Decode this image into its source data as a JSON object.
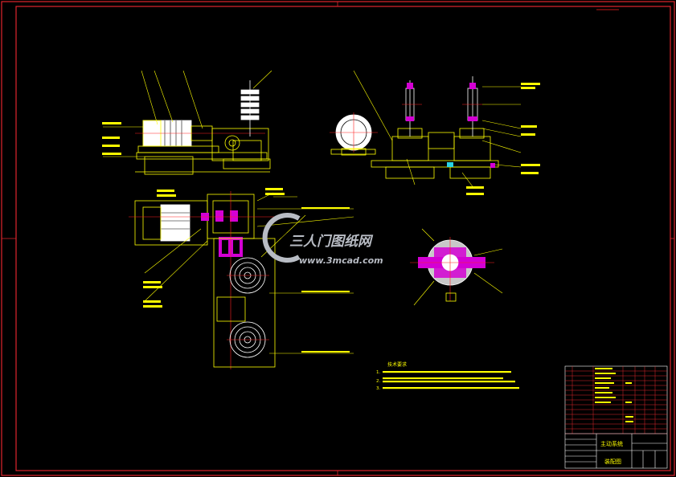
{
  "watermark": {
    "brand": "三人门图纸网",
    "url": "www.3mcad.com"
  },
  "colors": {
    "background": "#000000",
    "border": "#e0262d",
    "outline": "#ffff00",
    "white": "#ffffff",
    "accent_magenta": "#d400d4",
    "accent_cyan": "#29d3e6",
    "accent_red": "#ff2020",
    "watermark": "#b8bcc4"
  },
  "tech_notes": {
    "heading": "技术要求",
    "lines": [
      "1.",
      "2.",
      "3."
    ]
  },
  "title_block": {
    "title": "主动系统",
    "subtitle": "装配图"
  }
}
